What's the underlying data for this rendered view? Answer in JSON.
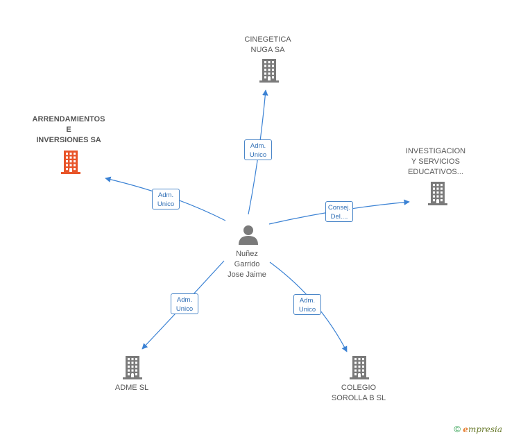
{
  "colors": {
    "edge": "#3b82d4",
    "company_icon": "#7a7a7a",
    "company_icon_highlight": "#e8552a",
    "person_icon": "#7a7a7a"
  },
  "center": {
    "lines": [
      "Nuñez",
      "Garrido",
      "Jose Jaime"
    ],
    "icon": "person-icon"
  },
  "companies": [
    {
      "id": "arrendamientos",
      "lines": [
        "ARRENDAMIENTOS",
        "E",
        "INVERSIONES SA"
      ],
      "highlight": true,
      "icon": "building-icon"
    },
    {
      "id": "cinegetica",
      "lines": [
        "CINEGETICA",
        "NUGA SA"
      ],
      "highlight": false,
      "icon": "building-icon"
    },
    {
      "id": "investigacion",
      "lines": [
        "INVESTIGACION",
        "Y SERVICIOS",
        "EDUCATIVOS..."
      ],
      "highlight": false,
      "icon": "building-icon"
    },
    {
      "id": "adme",
      "lines": [
        "ADME SL"
      ],
      "highlight": false,
      "icon": "building-icon"
    },
    {
      "id": "colegio",
      "lines": [
        "COLEGIO",
        "SOROLLA B SL"
      ],
      "highlight": false,
      "icon": "building-icon"
    }
  ],
  "edges": [
    {
      "target": "arrendamientos",
      "lines": [
        "Adm.",
        "Unico"
      ]
    },
    {
      "target": "cinegetica",
      "lines": [
        "Adm.",
        "Unico"
      ]
    },
    {
      "target": "investigacion",
      "lines": [
        "Consej.",
        "Del...."
      ]
    },
    {
      "target": "adme",
      "lines": [
        "Adm.",
        "Unico"
      ]
    },
    {
      "target": "colegio",
      "lines": [
        "Adm.",
        "Unico"
      ]
    }
  ],
  "footer": {
    "copyright_symbol": "©",
    "brand_initial": "e",
    "brand_rest": "mpresia"
  }
}
